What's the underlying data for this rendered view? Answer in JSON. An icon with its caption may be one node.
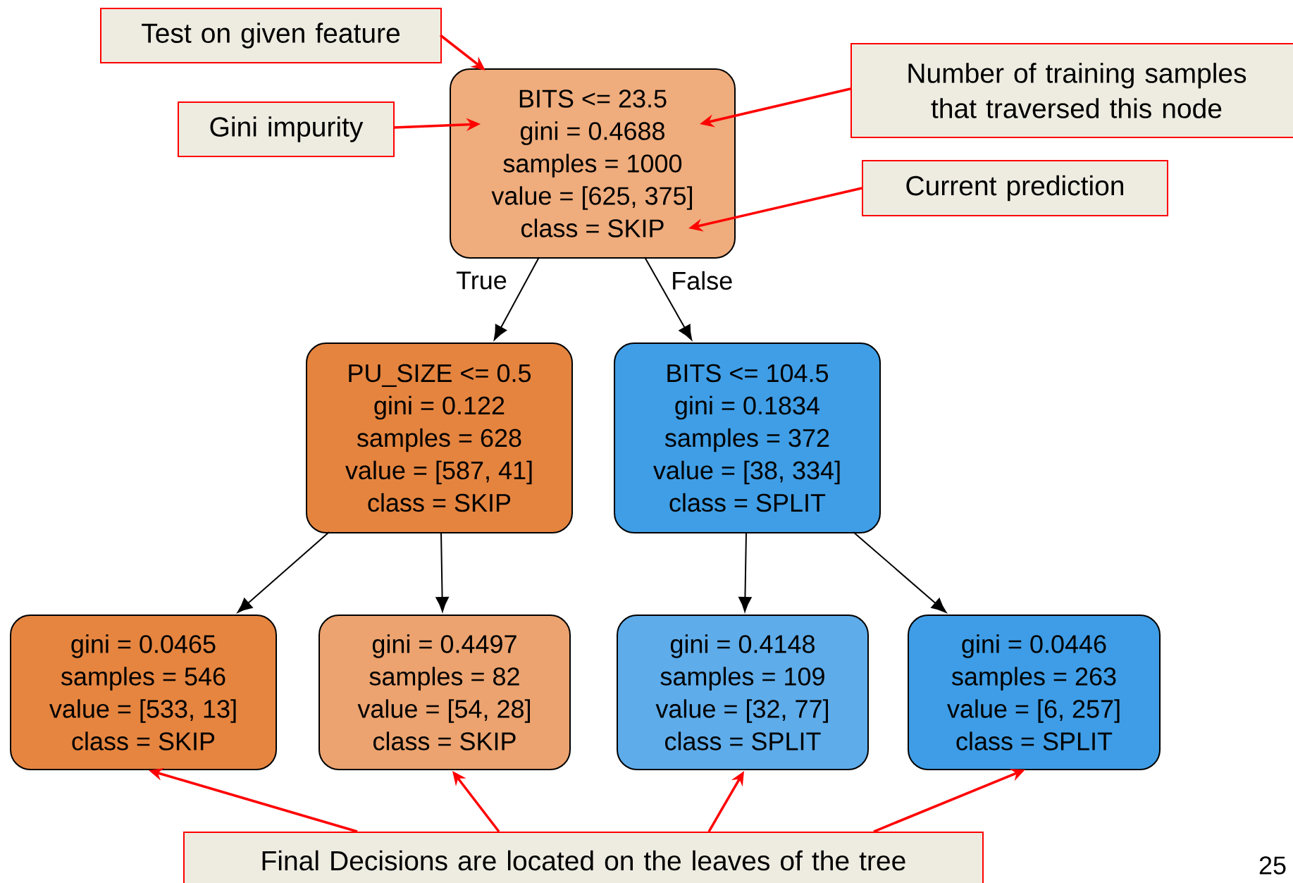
{
  "diagram": {
    "nodes": [
      {
        "text": [
          "BITS <= 23.5",
          "gini = 0.4688",
          "samples = 1000",
          "value = [625, 375]",
          "class = SKIP"
        ]
      },
      {
        "text": [
          "PU_SIZE <= 0.5",
          "gini = 0.122",
          "samples = 628",
          "value = [587, 41]",
          "class = SKIP"
        ]
      },
      {
        "text": [
          "BITS <= 104.5",
          "gini = 0.1834",
          "samples = 372",
          "value = [38, 334]",
          "class = SPLIT"
        ]
      },
      {
        "text": [
          "gini = 0.0465",
          "samples = 546",
          "value = [533, 13]",
          "class = SKIP"
        ]
      },
      {
        "text": [
          "gini = 0.4497",
          "samples = 82",
          "value = [54, 28]",
          "class = SKIP"
        ]
      },
      {
        "text": [
          "gini = 0.4148",
          "samples = 109",
          "value = [32, 77]",
          "class = SPLIT"
        ]
      },
      {
        "text": [
          "gini = 0.0446",
          "samples = 263",
          "value = [6, 257]",
          "class = SPLIT"
        ]
      },
      {
        "text": [
          "Test on given feature"
        ]
      },
      {
        "text": [
          "Gini impurity"
        ]
      },
      {
        "text": [
          "Number of training samples that traversed this node"
        ]
      },
      {
        "text": [
          "Current prediction"
        ]
      },
      {
        "text": [
          "Final Decisions are located on the leaves of the tree"
        ]
      }
    ],
    "edges": [
      {
        "from": 0,
        "to": 1,
        "arrow": "to",
        "label": "True",
        "color": "#000000"
      },
      {
        "from": 0,
        "to": 2,
        "arrow": "to",
        "label": "False",
        "color": "#000000"
      },
      {
        "from": 1,
        "to": 3,
        "arrow": "to",
        "color": "#000000"
      },
      {
        "from": 1,
        "to": 4,
        "arrow": "to",
        "color": "#000000"
      },
      {
        "from": 2,
        "to": 5,
        "arrow": "to",
        "color": "#000000"
      },
      {
        "from": 2,
        "to": 6,
        "arrow": "to",
        "color": "#000000"
      },
      {
        "from": 7,
        "to": 0,
        "arrow": "to",
        "color": "#ff0000"
      },
      {
        "from": 8,
        "to": 0,
        "arrow": "to",
        "color": "#ff0000"
      },
      {
        "from": 9,
        "to": 0,
        "arrow": "to",
        "color": "#ff0000"
      },
      {
        "from": 10,
        "to": 0,
        "arrow": "to",
        "color": "#ff0000"
      },
      {
        "from": 11,
        "to": 3,
        "arrow": "to",
        "color": "#ff0000"
      },
      {
        "from": 11,
        "to": 4,
        "arrow": "to",
        "color": "#ff0000"
      },
      {
        "from": 11,
        "to": 5,
        "arrow": "to",
        "color": "#ff0000"
      },
      {
        "from": 11,
        "to": 6,
        "arrow": "to",
        "color": "#ff0000"
      }
    ],
    "labels": [
      "25"
    ]
  }
}
